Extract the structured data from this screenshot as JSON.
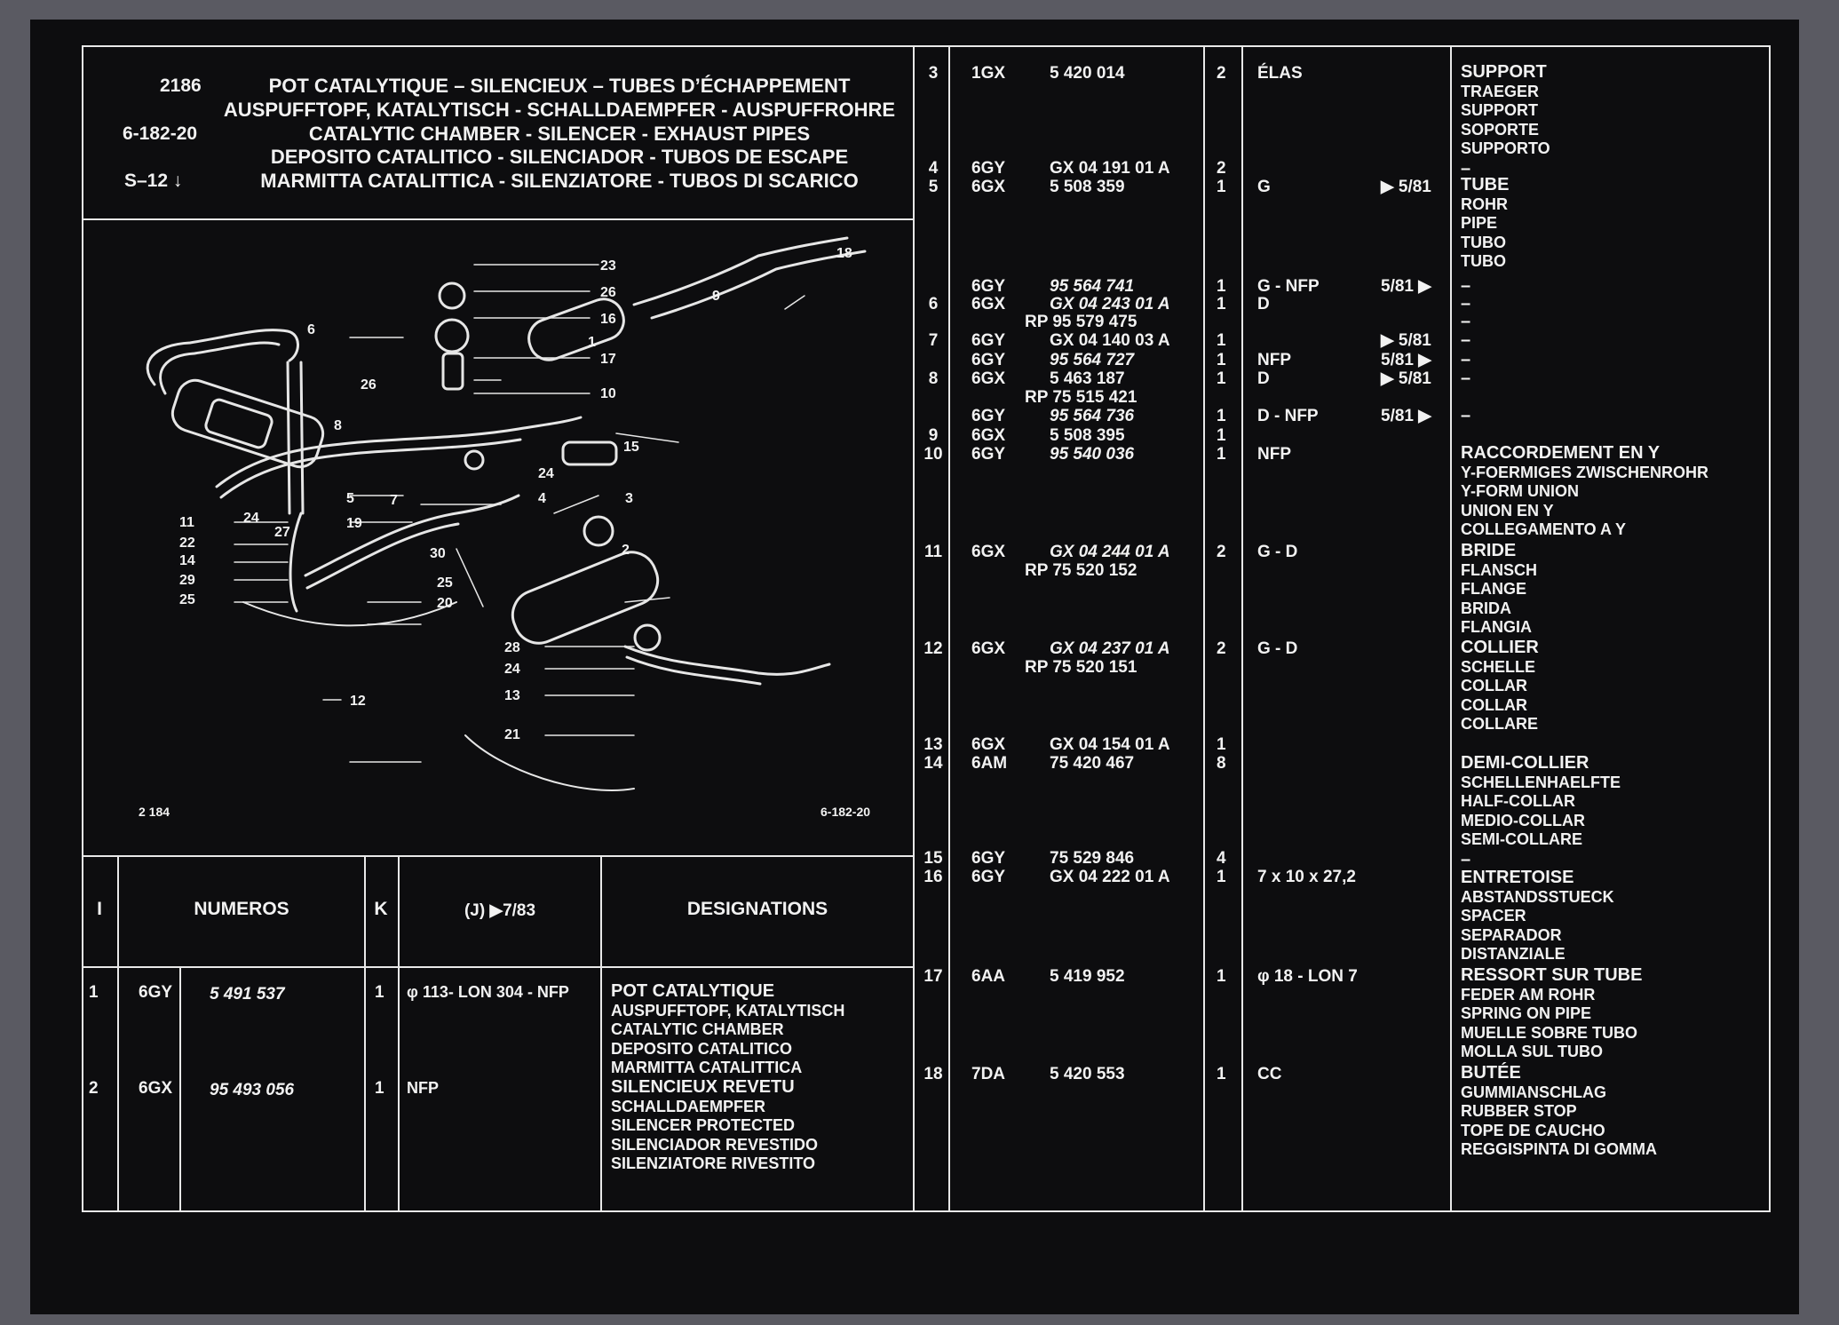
{
  "header": {
    "plate_number": "2186",
    "group_code": "6-182-20",
    "series": "S–12 ↓",
    "titles": [
      "POT CATALYTIQUE – SILENCIEUX – TUBES D’ÉCHAPPEMENT",
      "AUSPUFFTOPF, KATALYTISCH - SCHALLDAEMPFER - AUSPUFFROHRE",
      "CATALYTIC CHAMBER - SILENCER - EXHAUST PIPES",
      "DEPOSITO CATALITICO - SILENCIADOR - TUBOS DE ESCAPE",
      "MARMITTA CATALITTICA - SILENZIATORE - TUBOS DI SCARICO"
    ]
  },
  "diagram": {
    "code_left": "2 184",
    "code_right": "6-182-20",
    "callouts": [
      "23",
      "26",
      "16",
      "17",
      "10",
      "26",
      "6",
      "9",
      "1",
      "8",
      "15",
      "18",
      "5",
      "19",
      "7",
      "24",
      "3",
      "4",
      "11",
      "24",
      "27",
      "22",
      "14",
      "29",
      "25",
      "30",
      "2",
      "25",
      "20",
      "12",
      "28",
      "24",
      "13",
      "21"
    ]
  },
  "table_header": {
    "col_i": "I",
    "col_numeros": "NUMEROS",
    "col_k": "K",
    "col_j": "(J) ▶7/83",
    "col_designations": "DESIGNATIONS"
  },
  "left_rows": [
    {
      "i": "1",
      "prefix": "6GY",
      "number": "5 491 537",
      "k": "1",
      "j": "φ 113- LON 304 - NFP",
      "desc": [
        "POT CATALYTIQUE",
        "AUSPUFFTOPF, KATALYTISCH",
        "CATALYTIC CHAMBER",
        "DEPOSITO CATALITICO",
        "MARMITTA CATALITTICA"
      ]
    },
    {
      "i": "2",
      "prefix": "6GX",
      "number": "95 493 056",
      "k": "1",
      "j": "NFP",
      "desc": [
        "SILENCIEUX REVETU",
        "SCHALLDAEMPFER",
        "SILENCER PROTECTED",
        "SILENCIADOR REVESTIDO",
        "SILENZIATORE RIVESTITO"
      ]
    }
  ],
  "right_rows": [
    {
      "i": "3",
      "prefix": "1GX",
      "number": "5 420 014",
      "k": "2",
      "j": "ÉLAS",
      "date": ""
    },
    {
      "i": "4",
      "prefix": "6GY",
      "number": "GX 04 191 01 A",
      "k": "2",
      "j": "",
      "date": ""
    },
    {
      "i": "5",
      "prefix": "6GX",
      "number": "5 508 359",
      "k": "1",
      "j": "G",
      "date": "▶ 5/81"
    },
    {
      "i": "",
      "prefix": "6GY",
      "number": "95 564 741",
      "k": "1",
      "j": "G - NFP",
      "date": "5/81 ▶"
    },
    {
      "i": "6",
      "prefix": "6GX",
      "number": "GX 04 243 01 A",
      "k": "1",
      "j": "D",
      "date": ""
    },
    {
      "i": "",
      "prefix": "",
      "number": "RP 95 579 475",
      "k": "",
      "j": "",
      "date": ""
    },
    {
      "i": "7",
      "prefix": "6GY",
      "number": "GX 04 140 03 A",
      "k": "1",
      "j": "",
      "date": "▶ 5/81"
    },
    {
      "i": "",
      "prefix": "6GY",
      "number": "95 564 727",
      "k": "1",
      "j": "NFP",
      "date": "5/81 ▶"
    },
    {
      "i": "8",
      "prefix": "6GX",
      "number": "5 463 187",
      "k": "1",
      "j": "D",
      "date": "▶ 5/81"
    },
    {
      "i": "",
      "prefix": "",
      "number": "RP 75 515 421",
      "k": "",
      "j": "",
      "date": ""
    },
    {
      "i": "",
      "prefix": "6GY",
      "number": "95 564 736",
      "k": "1",
      "j": "D - NFP",
      "date": "5/81 ▶"
    },
    {
      "i": "9",
      "prefix": "6GX",
      "number": "5 508 395",
      "k": "1",
      "j": "",
      "date": ""
    },
    {
      "i": "10",
      "prefix": "6GY",
      "number": "95 540 036",
      "k": "1",
      "j": "NFP",
      "date": ""
    },
    {
      "i": "11",
      "prefix": "6GX",
      "number": "GX 04 244 01 A",
      "k": "2",
      "j": "G - D",
      "date": ""
    },
    {
      "i": "",
      "prefix": "",
      "number": "RP 75 520 152",
      "k": "",
      "j": "",
      "date": ""
    },
    {
      "i": "12",
      "prefix": "6GX",
      "number": "GX 04 237 01 A",
      "k": "2",
      "j": "G - D",
      "date": ""
    },
    {
      "i": "",
      "prefix": "",
      "number": "RP 75 520 151",
      "k": "",
      "j": "",
      "date": ""
    },
    {
      "i": "13",
      "prefix": "6GX",
      "number": "GX 04 154 01 A",
      "k": "1",
      "j": "",
      "date": ""
    },
    {
      "i": "14",
      "prefix": "6AM",
      "number": "75 420 467",
      "k": "8",
      "j": "",
      "date": ""
    },
    {
      "i": "15",
      "prefix": "6GY",
      "number": "75 529 846",
      "k": "4",
      "j": "",
      "date": ""
    },
    {
      "i": "16",
      "prefix": "6GY",
      "number": "GX 04 222 01 A",
      "k": "1",
      "j": "7 x 10 x 27,2",
      "date": ""
    },
    {
      "i": "17",
      "prefix": "6AA",
      "number": "5 419 952",
      "k": "1",
      "j": "φ 18 - LON 7",
      "date": ""
    },
    {
      "i": "18",
      "prefix": "7DA",
      "number": "5 420 553",
      "k": "1",
      "j": "CC",
      "date": ""
    }
  ],
  "designations": [
    [
      "SUPPORT",
      "TRAEGER",
      "SUPPORT",
      "SOPORTE",
      "SUPPORTO"
    ],
    [
      "–"
    ],
    [
      "TUBE",
      "ROHR",
      "PIPE",
      "TUBO",
      "TUBO"
    ],
    [
      "–"
    ],
    [
      "–"
    ],
    [
      "–"
    ],
    [
      "–"
    ],
    [
      "–"
    ],
    [
      "–"
    ],
    [
      "–"
    ],
    [
      "RACCORDEMENT EN Y",
      "Y-FOERMIGES ZWISCHENROHR",
      "Y-FORM UNION",
      "UNION EN Y",
      "COLLEGAMENTO A Y"
    ],
    [
      "BRIDE",
      "FLANSCH",
      "FLANGE",
      "BRIDA",
      "FLANGIA"
    ],
    [
      "COLLIER",
      "SCHELLE",
      "COLLAR",
      "COLLAR",
      "COLLARE"
    ],
    [
      "DEMI-COLLIER",
      "SCHELLENHAELFTE",
      "HALF-COLLAR",
      "MEDIO-COLLAR",
      "SEMI-COLLARE"
    ],
    [
      "–"
    ],
    [
      "ENTRETOISE",
      "ABSTANDSSTUECK",
      "SPACER",
      "SEPARADOR",
      "DISTANZIALE"
    ],
    [
      "RESSORT SUR TUBE",
      "FEDER AM ROHR",
      "SPRING ON PIPE",
      "MUELLE SOBRE TUBO",
      "MOLLA SUL TUBO"
    ],
    [
      "BUTÉE",
      "GUMMIANSCHLAG",
      "RUBBER STOP",
      "TOPE DE CAUCHO",
      "REGGISPINTA DI GOMMA"
    ]
  ]
}
